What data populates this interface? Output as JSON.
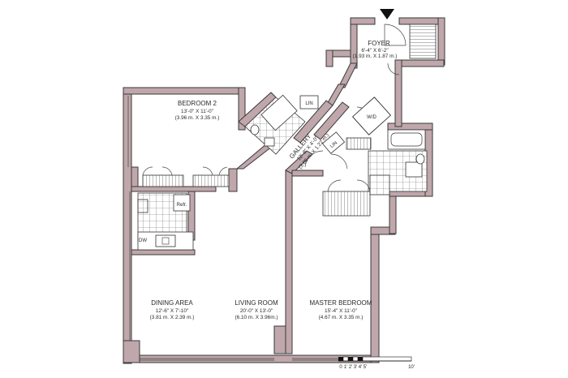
{
  "rooms": {
    "foyer": {
      "name": "FOYER",
      "size": "6'-4\" X 6'-2\"",
      "metric": "(1.93 m. X 1.87 m.)"
    },
    "bedroom2": {
      "name": "BEDROOM 2",
      "size": "13'-0\" X 11'-0\"",
      "metric": "(3.96 m. X 3.35 m.)"
    },
    "gallery": {
      "name": "GALLERY",
      "size": "12'-8\" X 4'-0\"",
      "metric": "(3.86 m. X 1.22 m.)"
    },
    "dining": {
      "name": "DINING AREA",
      "size": "12'-6\" X 7'-10\"",
      "metric": "(3.81 m. X 2.39 m.)"
    },
    "living": {
      "name": "LIVING ROOM",
      "size": "20'-0\" X 13'-0\"",
      "metric": "(6.10 m. X 3.96m.)"
    },
    "master": {
      "name": "MASTER BEDROOM",
      "size": "15'-4\" X 11'-0\"",
      "metric": "(4.67 m. X 3.35 m.)"
    }
  },
  "labels": {
    "lin1": "LIN",
    "lin2": "LIN",
    "wd": "W/D",
    "refr": "Refr.",
    "dw": "DW"
  },
  "scale": {
    "ticks": [
      "0",
      "1'",
      "2'",
      "3'",
      "4'",
      "5'"
    ],
    "end": "10'"
  }
}
